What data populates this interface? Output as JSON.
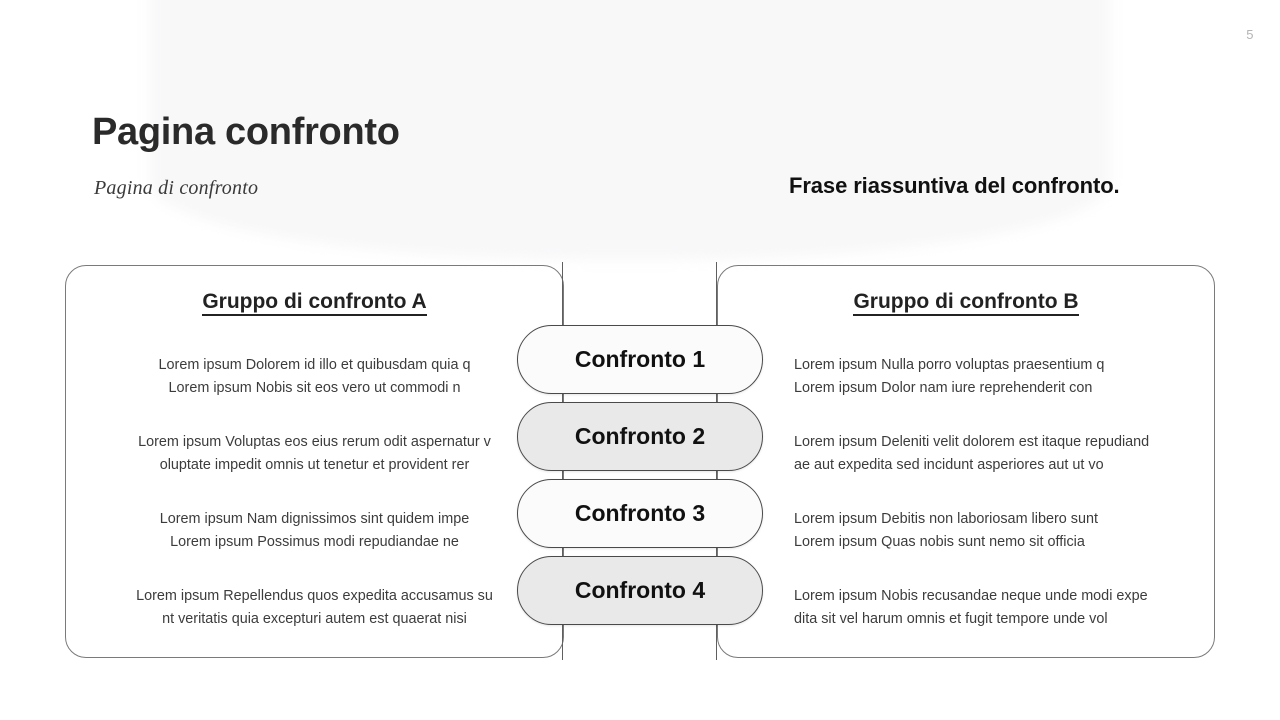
{
  "slide": {
    "page_number": "5",
    "title": "Pagina confronto",
    "subtitle": "Pagina di confronto",
    "summary_phrase": "Frase riassuntiva del confronto."
  },
  "group_a": {
    "heading": "Gruppo di confronto A",
    "rows": [
      {
        "line1": "Lorem ipsum Dolorem id illo et quibusdam quia q",
        "line2": "Lorem ipsum Nobis sit eos vero ut commodi n"
      },
      {
        "line1": "Lorem ipsum Voluptas eos eius rerum odit aspernatur v",
        "line2": "oluptate impedit omnis ut tenetur et provident rer"
      },
      {
        "line1": "Lorem ipsum Nam dignissimos sint quidem impe",
        "line2": "Lorem ipsum Possimus modi repudiandae ne"
      },
      {
        "line1": "Lorem ipsum Repellendus quos expedita accusamus su",
        "line2": "nt veritatis quia excepturi autem est quaerat nisi"
      }
    ]
  },
  "group_b": {
    "heading": "Gruppo di confronto B",
    "rows": [
      {
        "line1": "Lorem ipsum Nulla porro voluptas praesentium q",
        "line2": "Lorem ipsum Dolor nam iure reprehenderit con"
      },
      {
        "line1": "Lorem ipsum Deleniti velit dolorem est itaque repudiand",
        "line2": "ae aut expedita sed incidunt asperiores aut ut vo"
      },
      {
        "line1": "Lorem ipsum Debitis non laboriosam libero sunt",
        "line2": "Lorem ipsum Quas nobis sunt nemo sit officia"
      },
      {
        "line1": "Lorem ipsum Nobis recusandae neque unde modi expe",
        "line2": "dita sit vel harum omnis et fugit tempore unde vol"
      }
    ]
  },
  "center_pills": [
    {
      "label": "Confronto 1",
      "style": "light"
    },
    {
      "label": "Confronto 2",
      "style": "dark"
    },
    {
      "label": "Confronto 3",
      "style": "light"
    },
    {
      "label": "Confronto 4",
      "style": "dark"
    }
  ],
  "colors": {
    "title_text": "#2a2a2a",
    "body_text": "#3c3c3c",
    "card_border": "#7a7a7a",
    "pill_border": "#4a4a4a",
    "pill_light": "#fbfbfb",
    "pill_dark": "#e9e9e9",
    "blob": "#f8f8f9",
    "page_number": "#b4b4b4"
  }
}
